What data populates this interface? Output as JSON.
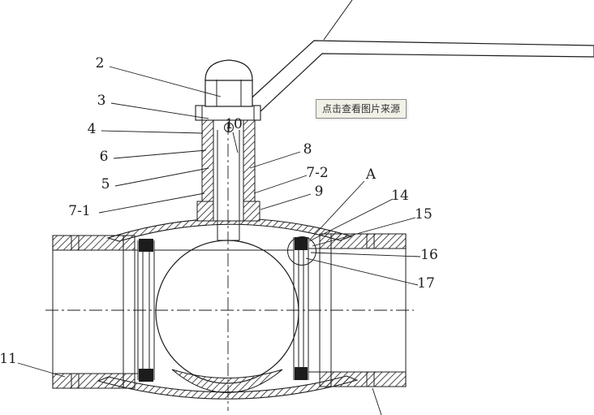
{
  "diagram": {
    "tooltip": "点击查看图片来源",
    "callouts": [
      "2",
      "3",
      "4",
      "6",
      "5",
      "7-1",
      "10",
      "8",
      "7-2",
      "9",
      "A",
      "14",
      "15",
      "16",
      "17",
      "11"
    ]
  },
  "colors": {
    "line": "#1c1c1c",
    "paper": "#ffffff",
    "tooltip-bg": "#f2f1e8",
    "tooltip-border": "#8e8e8a",
    "tooltip-text": "#333333"
  }
}
